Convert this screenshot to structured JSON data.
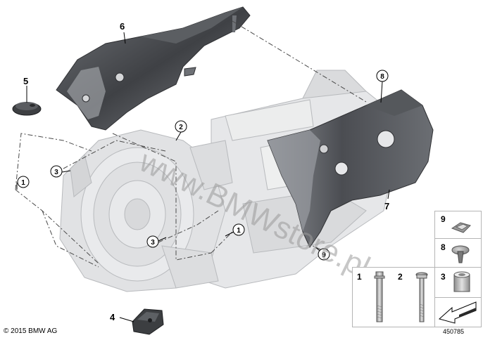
{
  "diagram": {
    "watermark": "www.BMWstore.pl",
    "copyright": "© 2015 BMW AG",
    "diagram_id": "450785",
    "callouts": {
      "c1a": "1",
      "c1b": "1",
      "c2": "2",
      "c3a": "3",
      "c3b": "3",
      "c4": "4",
      "c5": "5",
      "c6": "6",
      "c7": "7",
      "c8": "8",
      "c9": "9"
    },
    "legend": {
      "p9": "9",
      "p8": "8",
      "p3": "3",
      "p1": "1",
      "p2": "2"
    }
  },
  "colors": {
    "shield_dark": "#4a4c50",
    "shield_light": "#8a8d92",
    "transmission": "#e3e4e6",
    "outline": "#b9bbbe",
    "leader": "#555555"
  }
}
